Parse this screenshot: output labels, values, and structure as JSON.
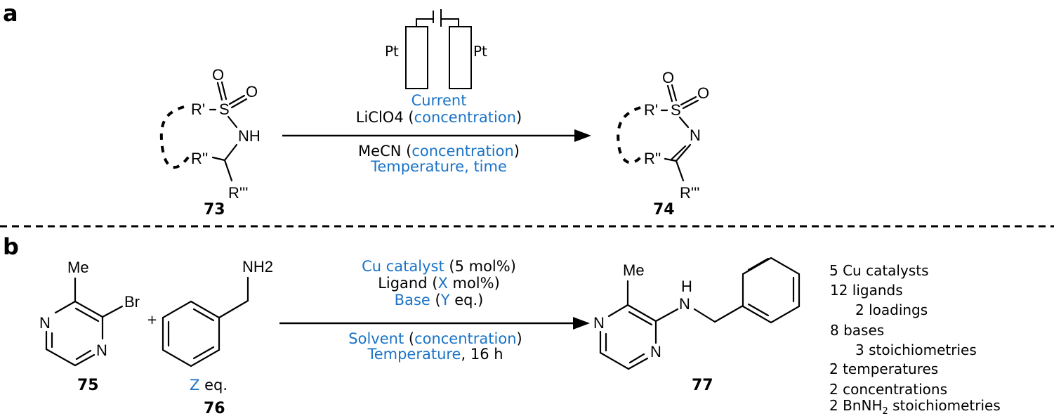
{
  "panel_a": {
    "label": "a",
    "electrode_left": "Pt",
    "electrode_right": "Pt",
    "conditions_above": {
      "line1": "Current",
      "line2_prefix": "LiClO4 (",
      "line2_var": "concentration",
      "line2_suffix": ")"
    },
    "conditions_below": {
      "line1_prefix": "MeCN (",
      "line1_var": "concentration",
      "line1_suffix": ")",
      "line2": "Temperature, time"
    },
    "reactant": {
      "id": "73",
      "atoms": {
        "o1": "O",
        "o2": "O",
        "s": "S",
        "r1": "R'",
        "nh": "NH",
        "r2": "R''",
        "r3": "R'''"
      }
    },
    "product": {
      "id": "74",
      "atoms": {
        "o1": "O",
        "o2": "O",
        "s": "S",
        "r1": "R'",
        "n": "N",
        "r2": "R''",
        "r3": "R'''"
      }
    }
  },
  "panel_b": {
    "label": "b",
    "reactant1": {
      "id": "75",
      "atoms": {
        "me": "Me",
        "br": "Br",
        "n1": "N",
        "n2": "N"
      }
    },
    "plus": "+",
    "reactant2": {
      "id": "76",
      "nh2": "NH2",
      "eq_var": "Z",
      "eq_suffix": " eq."
    },
    "conditions_above": {
      "line1_var": "Cu catalyst",
      "line1_suffix": " (5 mol%)",
      "line2_prefix": "Ligand (",
      "line2_var": "X",
      "line2_suffix": " mol%)",
      "line3_var": "Base",
      "line3_mid": " (",
      "line3_var2": "Y",
      "line3_suffix": " eq.)"
    },
    "conditions_below": {
      "line1_var": "Solvent",
      "line1_mid": " (",
      "line1_var2": "concentration",
      "line1_suffix": ")",
      "line2_var": "Temperature",
      "line2_suffix": ", 16 h"
    },
    "product": {
      "id": "77",
      "atoms": {
        "me": "Me",
        "h": "H",
        "n_amine": "N",
        "n1": "N",
        "n2": "N"
      }
    },
    "screen_summary": [
      {
        "text": "5 Cu catalysts",
        "indent": false
      },
      {
        "text": "12 ligands",
        "indent": false
      },
      {
        "text": "2 loadings",
        "indent": true
      },
      {
        "text": "8 bases",
        "indent": false
      },
      {
        "text": "3 stoichiometries",
        "indent": true
      },
      {
        "text": "2 temperatures",
        "indent": false
      },
      {
        "text": "2 concentrations",
        "indent": false
      }
    ],
    "screen_last": {
      "prefix": "2 BnNH",
      "sub": "2",
      "suffix": " stoichiometries"
    }
  },
  "colors": {
    "variable": "#1a73c7",
    "text": "#000000"
  }
}
